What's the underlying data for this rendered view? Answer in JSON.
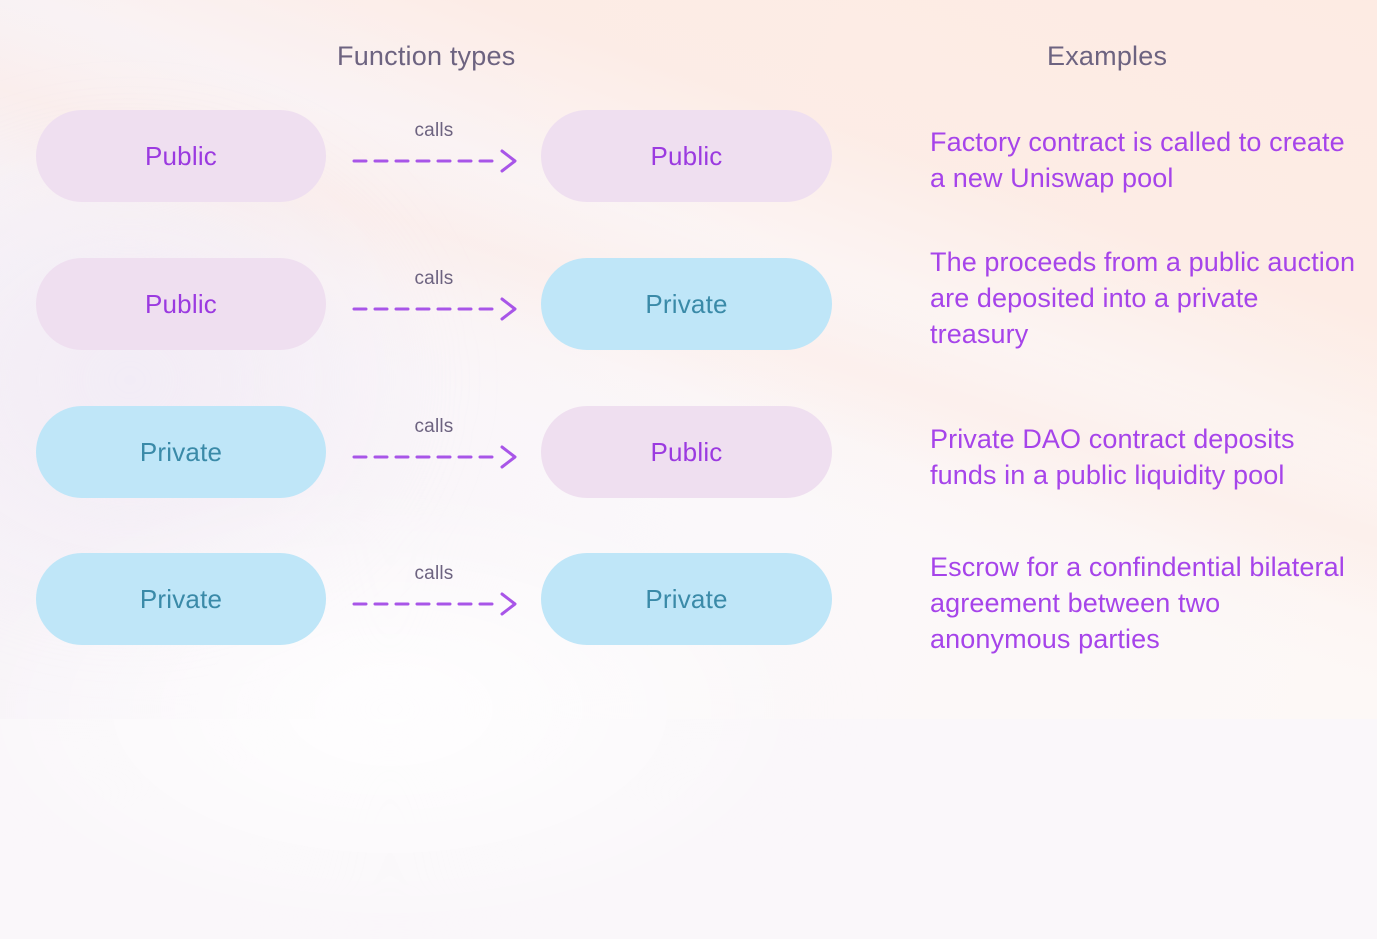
{
  "headings": {
    "function_types": "Function types",
    "examples": "Examples"
  },
  "connector": {
    "label": "calls",
    "icon": "dashed-arrow-right-icon",
    "color": "#a855e8"
  },
  "palette": {
    "public_fill": "#efdff0",
    "public_text": "#9b3ae0",
    "private_fill": "#bfe6f8",
    "private_text": "#3a8aa8",
    "heading_text": "#6d6380",
    "example_text": "#a644ea",
    "background": "#faf7fa",
    "background_accent": "#fdeae2"
  },
  "rows": [
    {
      "caller": "Public",
      "caller_kind": "public",
      "callee": "Public",
      "callee_kind": "public",
      "calls_label": "calls",
      "example": "Factory contract is called to create a new Uniswap pool"
    },
    {
      "caller": "Public",
      "caller_kind": "public",
      "callee": "Private",
      "callee_kind": "private",
      "calls_label": "calls",
      "example": "The proceeds from a public auction are deposited into a private treasury"
    },
    {
      "caller": "Private",
      "caller_kind": "private",
      "callee": "Public",
      "callee_kind": "public",
      "calls_label": "calls",
      "example": "Private DAO contract deposits funds in a public liquidity pool"
    },
    {
      "caller": "Private",
      "caller_kind": "private",
      "callee": "Private",
      "callee_kind": "private",
      "calls_label": "calls",
      "example": "Escrow for a confindential bilateral agreement between two anonymous parties"
    }
  ]
}
